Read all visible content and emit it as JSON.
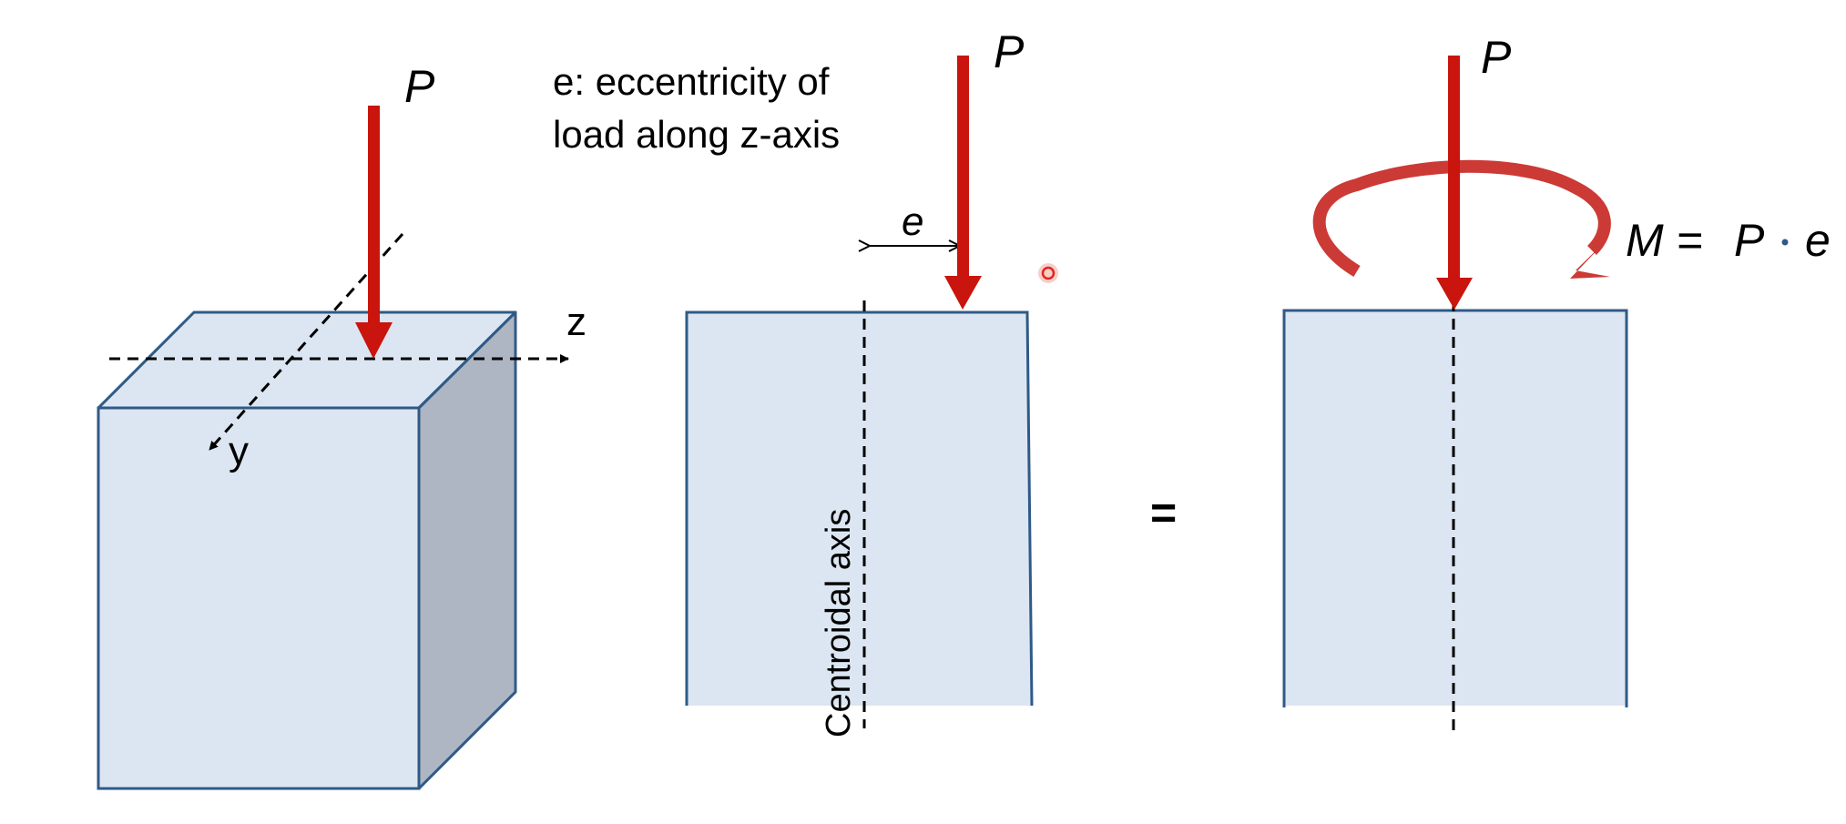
{
  "colors": {
    "face": "#dce6f2",
    "face_side": "#adb6c2",
    "edge": "#2f5a87",
    "arrow": "#c9150d",
    "moment_arrow": "#cc3a36",
    "text": "#000000",
    "dot": "#2f5a87"
  },
  "block3d": {
    "load_label": "P",
    "axis_z_label": "z",
    "axis_y_label": "y"
  },
  "note": {
    "line1": "e: eccentricity of",
    "line2": "load along z-axis"
  },
  "section_eccentric": {
    "load_label": "P",
    "eccentricity_label": "e",
    "centroidal_axis_label": "Centroidal axis"
  },
  "equals_sign": "=",
  "section_equivalent": {
    "load_label": "P",
    "moment_label_lhs": "M =",
    "moment_label_p": "P",
    "moment_label_e": "e"
  }
}
